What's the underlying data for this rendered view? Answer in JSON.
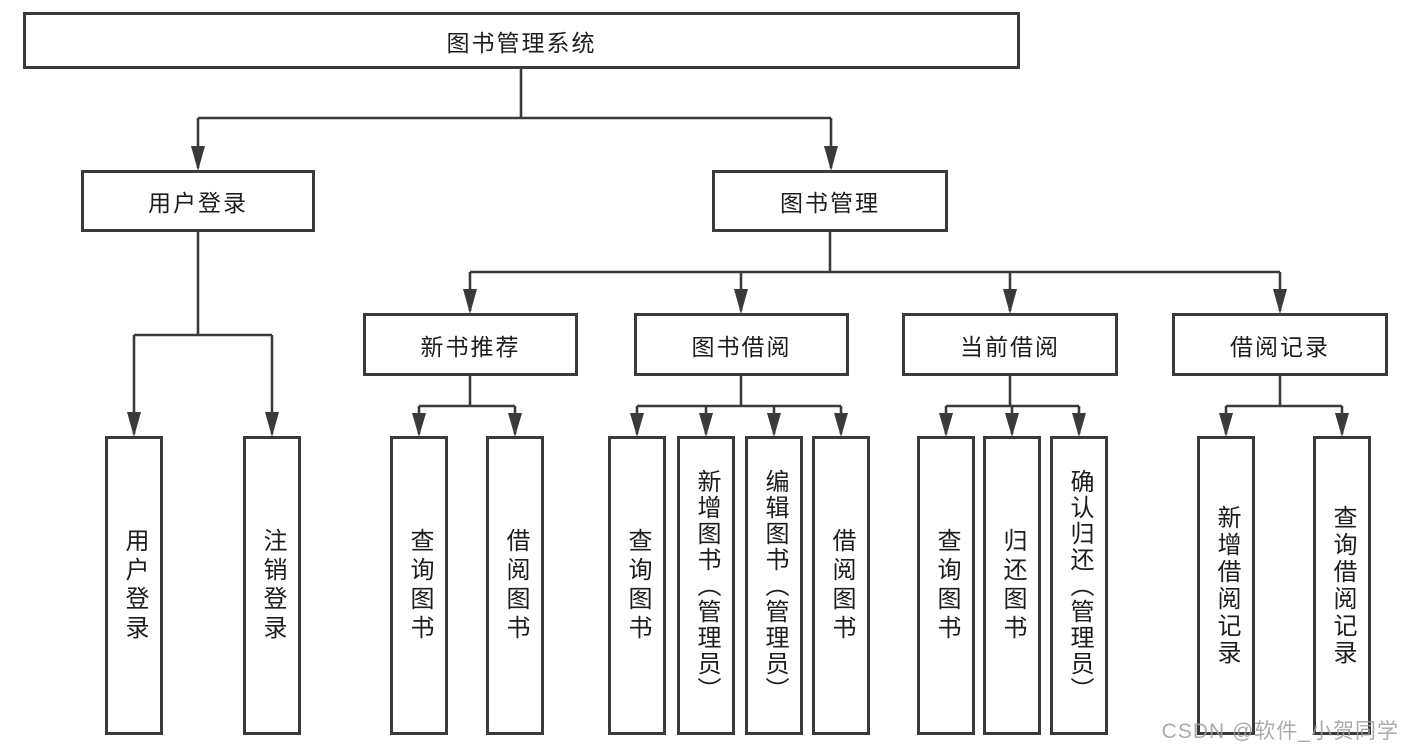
{
  "diagram": {
    "root": "图书管理系统",
    "branches": [
      {
        "label": "用户登录",
        "children": [
          {
            "label": "用户登录"
          },
          {
            "label": "注销登录"
          }
        ]
      },
      {
        "label": "图书管理",
        "children": [
          {
            "label": "新书推荐",
            "children": [
              {
                "label": "查询图书"
              },
              {
                "label": "借阅图书"
              }
            ]
          },
          {
            "label": "图书借阅",
            "children": [
              {
                "label": "查询图书"
              },
              {
                "label": "新增图书（管理员）"
              },
              {
                "label": "编辑图书（管理员）"
              },
              {
                "label": "借阅图书"
              }
            ]
          },
          {
            "label": "当前借阅",
            "children": [
              {
                "label": "查询图书"
              },
              {
                "label": "归还图书"
              },
              {
                "label": "确认归还（管理员）"
              }
            ]
          },
          {
            "label": "借阅记录",
            "children": [
              {
                "label": "新增借阅记录"
              },
              {
                "label": "查询借阅记录"
              }
            ]
          }
        ]
      }
    ],
    "line_color": "#3a3a3a",
    "text_color": "#1d1d1f"
  },
  "watermark": "CSDN @软件_小贺同学"
}
